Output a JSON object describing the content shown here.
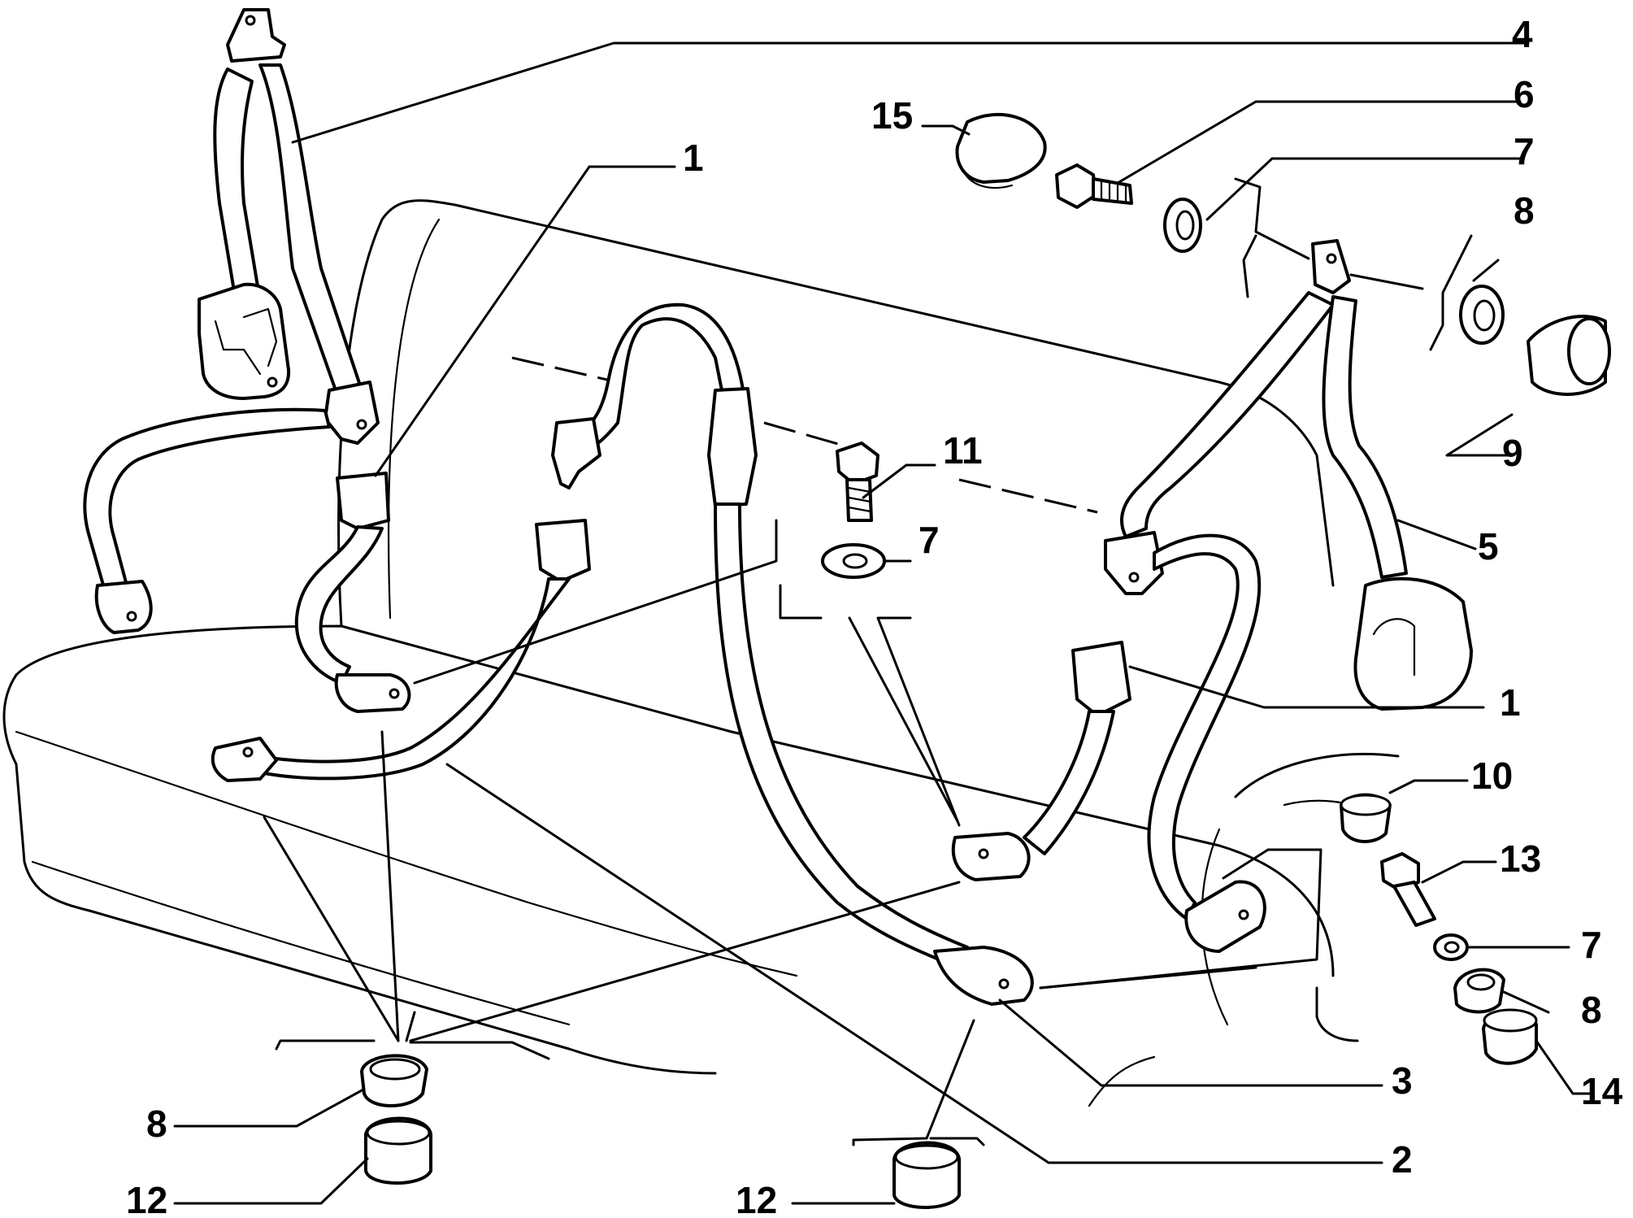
{
  "diagram": {
    "callouts": [
      {
        "id": "c4",
        "text": "4"
      },
      {
        "id": "c6",
        "text": "6"
      },
      {
        "id": "c7a",
        "text": "7"
      },
      {
        "id": "c8a",
        "text": "8"
      },
      {
        "id": "c15",
        "text": "15"
      },
      {
        "id": "c1a",
        "text": "1"
      },
      {
        "id": "c11",
        "text": "11"
      },
      {
        "id": "c7b",
        "text": "7"
      },
      {
        "id": "c9",
        "text": "9"
      },
      {
        "id": "c5",
        "text": "5"
      },
      {
        "id": "c1b",
        "text": "1"
      },
      {
        "id": "c10",
        "text": "10"
      },
      {
        "id": "c13",
        "text": "13"
      },
      {
        "id": "c7c",
        "text": "7"
      },
      {
        "id": "c8b",
        "text": "8"
      },
      {
        "id": "c14",
        "text": "14"
      },
      {
        "id": "c3",
        "text": "3"
      },
      {
        "id": "c2",
        "text": "2"
      },
      {
        "id": "c8c",
        "text": "8"
      },
      {
        "id": "c12a",
        "text": "12"
      },
      {
        "id": "c12b",
        "text": "12"
      }
    ]
  }
}
